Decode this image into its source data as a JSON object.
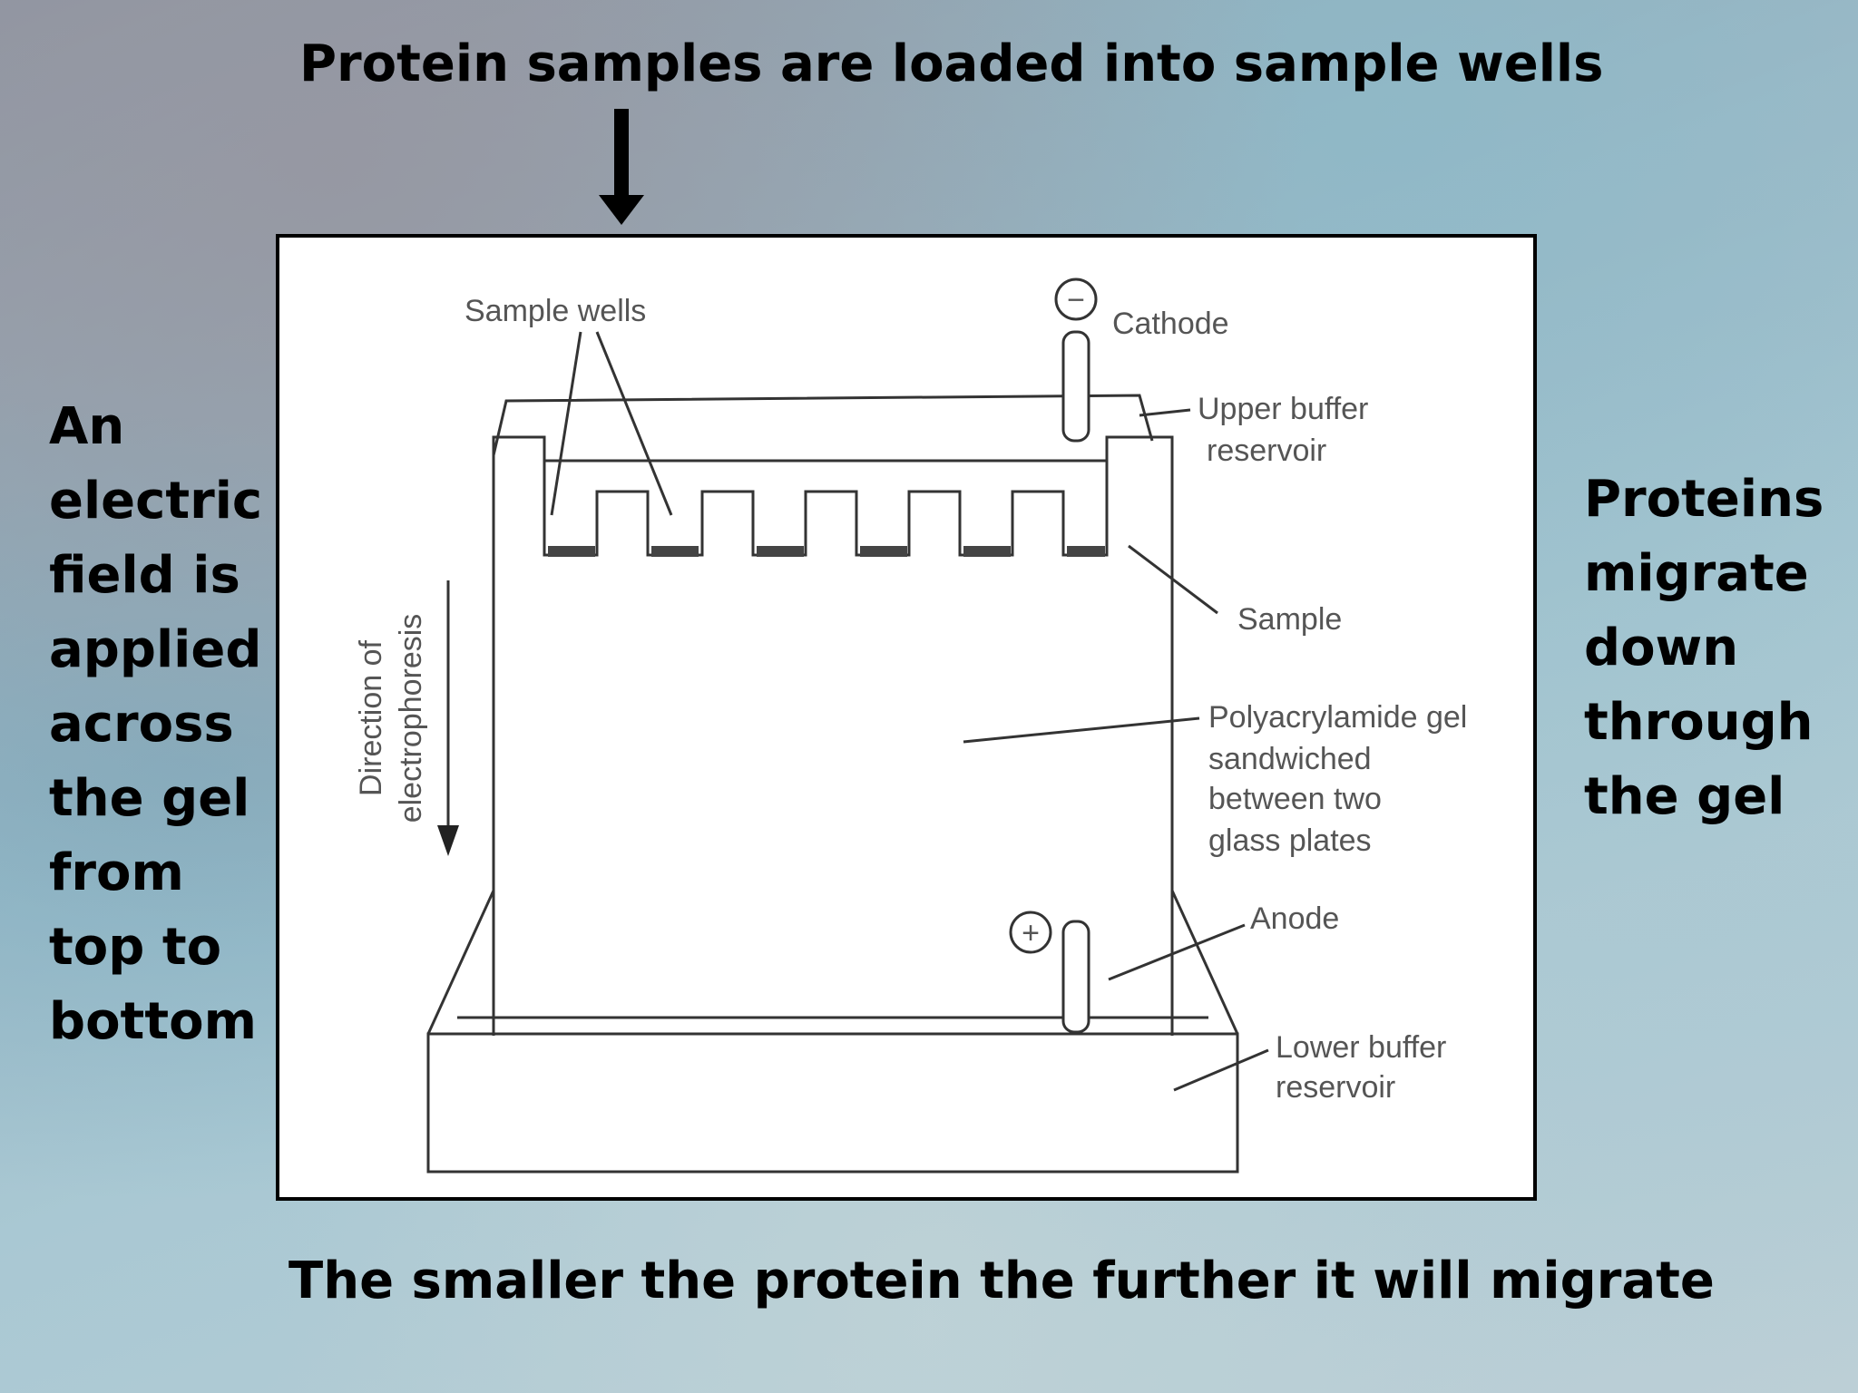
{
  "slide": {
    "title": "Protein samples are loaded into sample wells",
    "left_note": "An electric field is applied across the gel from top to bottom",
    "right_note": "Proteins migrate down through the gel",
    "bottom_caption": "The smaller the protein the further it will migrate"
  },
  "diagram": {
    "labels": {
      "sample_wells": "Sample wells",
      "cathode_symbol": "−",
      "cathode": "Cathode",
      "upper_buffer_line1": "Upper buffer",
      "upper_buffer_line2": "reservoir",
      "sample": "Sample",
      "gel_line1": "Polyacrylamide gel",
      "gel_line2": "sandwiched",
      "gel_line3": "between two",
      "gel_line4": "glass plates",
      "anode_symbol": "+",
      "anode": "Anode",
      "lower_buffer_line1": "Lower buffer",
      "lower_buffer_line2": "reservoir",
      "direction_line1": "Direction of",
      "direction_line2": "electrophoresis"
    }
  }
}
